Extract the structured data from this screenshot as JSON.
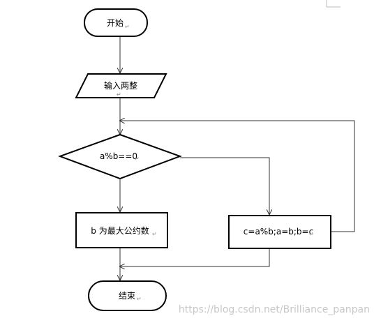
{
  "flowchart": {
    "start": {
      "label": "开始",
      "mark": "↵"
    },
    "input": {
      "label": "输入两整",
      "mark": "↵"
    },
    "condition": {
      "label": "a%b==0",
      "mark": "↵"
    },
    "result": {
      "label": "b 为最大公约数",
      "mark": "↵"
    },
    "update": {
      "label": "c=a%b;a=b;b=c",
      "mark": "↵"
    },
    "end": {
      "label": "结束",
      "mark": "↵"
    }
  },
  "watermark": "https://blog.csdn.net/Brilliance_panpan",
  "colors": {
    "stroke": "#000000",
    "connector": "#333333",
    "watermark": "#c8c8c8",
    "background": "#ffffff"
  }
}
